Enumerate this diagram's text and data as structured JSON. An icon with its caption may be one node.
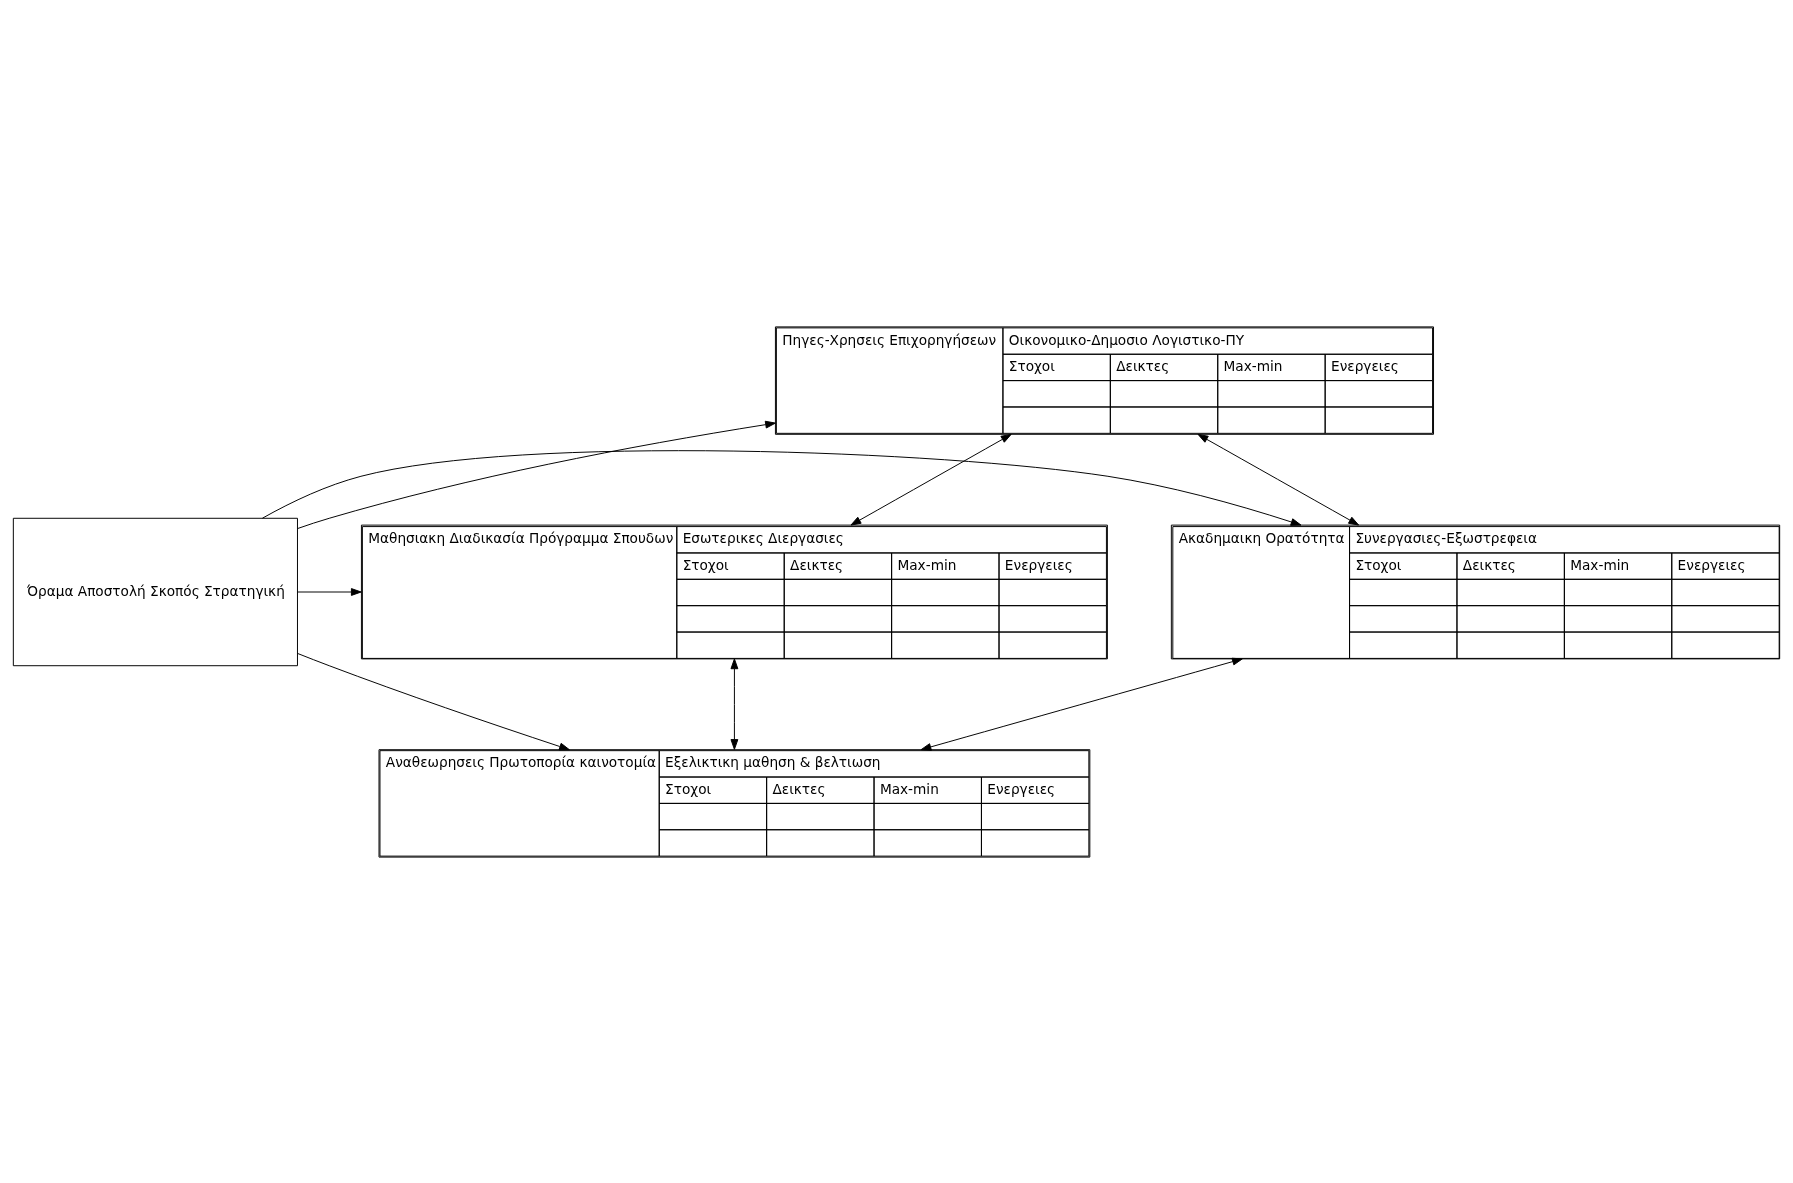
{
  "diagram": {
    "nodes": [
      {
        "text": [
          "Πηγες-Χρησεις Επιχορηγήσεων",
          "Οικονομικο-Δημοσιο Λογιστικο-ΠΥ",
          "Στοχοι",
          "Δεικτες",
          "Max-min",
          "Ενεργειες"
        ]
      },
      {
        "text": [
          "Ακαδημαικη Ορατότητα",
          "Συνεργασιες-Εξωστρεφεια",
          "Στοχοι",
          "Δεικτες",
          "Max-min",
          "Ενεργειες"
        ]
      },
      {
        "text": [
          "Όραμα Αποστολή Σκοπός Στρατηγική"
        ]
      },
      {
        "text": [
          "Μαθησιακη Διαδικασία Πρόγραμμα Σπουδων",
          "Εσωτερικες Διεργασιες",
          "Στοχοι",
          "Δεικτες",
          "Max-min",
          "Ενεργειες"
        ]
      },
      {
        "text": [
          "Αναθεωρησεις Πρωτοπορία καινοτομία",
          "Εξελικτικη μαθηση & βελτιωση",
          "Στοχοι",
          "Δεικτες",
          "Max-min",
          "Ενεργειες"
        ]
      }
    ],
    "edges": [
      {
        "from": 0,
        "to": 1,
        "arrow": "both"
      },
      {
        "from": 0,
        "to": 3,
        "arrow": "both"
      },
      {
        "from": 2,
        "to": 0,
        "arrow": "to"
      },
      {
        "from": 2,
        "to": 1,
        "arrow": "to"
      },
      {
        "from": 2,
        "to": 3,
        "arrow": "to"
      },
      {
        "from": 2,
        "to": 4,
        "arrow": "to"
      },
      {
        "from": 1,
        "to": 4,
        "arrow": "both"
      },
      {
        "from": 3,
        "to": 4,
        "arrow": "both"
      }
    ]
  }
}
